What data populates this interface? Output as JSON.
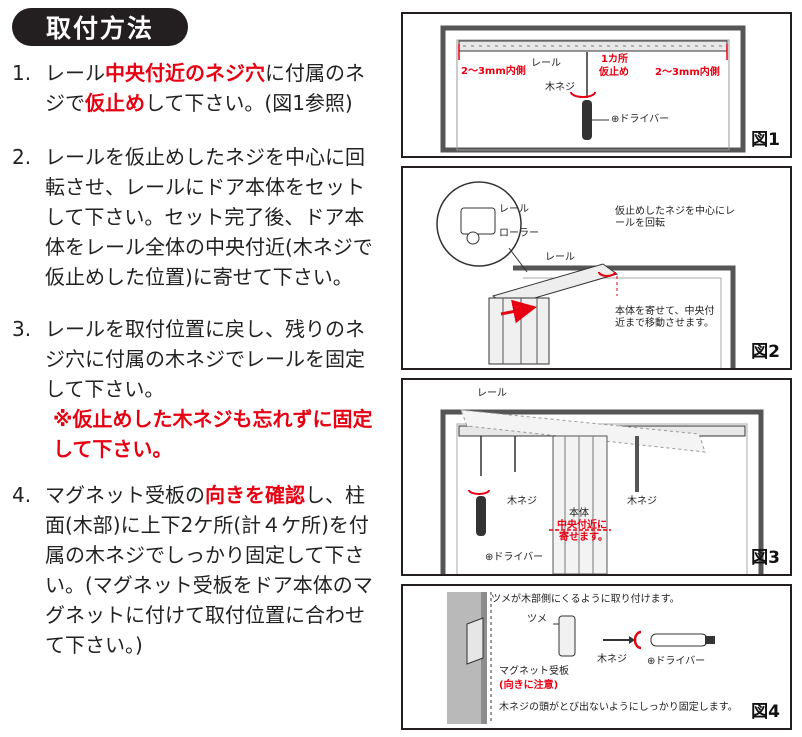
{
  "heading": "取付方法",
  "steps": [
    {
      "num": "1.",
      "t1": "レール",
      "r1": "中央付近のネジ穴",
      "t2": "に付属のネジで",
      "r2": "仮止め",
      "t3": "して下さい。(図1参照)"
    },
    {
      "num": "2.",
      "text": "レールを仮止めしたネジを中心に回転させ、レールにドア本体をセットして下さい。セット完了後、ドア本体をレール全体の中央付近(木ネジで仮止めした位置)に寄せて下さい。"
    },
    {
      "num": "3.",
      "text": "レールを取付位置に戻し、残りのネジ穴に付属の木ネジでレールを固定して下さい。",
      "note": "※仮止めした木ネジも忘れずに固定して下さい。"
    },
    {
      "num": "4.",
      "t1": "マグネット受板の",
      "r1": "向きを確認",
      "t2": "し、柱面(木部)に上下2ケ所(計４ケ所)を付属の木ネジでしっかり固定して下さい。(マグネット受板をドア本体のマグネットに付けて取付位置に合わせて下さい。)"
    }
  ],
  "fig1": {
    "label": "図1",
    "left_gap": "2〜3mm内側",
    "rail": "レール",
    "one_place": "1カ所",
    "temp": "仮止め",
    "right_gap": "2〜3mm内側",
    "screw": "木ネジ",
    "driver": "⊕ドライバー"
  },
  "fig2": {
    "label": "図2",
    "rail_zoom": "レール",
    "roller": "ローラー",
    "rotate": "仮止めしたネジを中心にレールを回転",
    "rail": "レール",
    "move": "本体を寄せて、中央付近まで移動させます。"
  },
  "fig3": {
    "label": "図3",
    "rail": "レール",
    "screw_left": "木ネジ",
    "screw_right": "木ネジ",
    "body": "本体",
    "center1": "中央付近に",
    "center2": "寄せます。",
    "driver": "⊕ドライバー"
  },
  "fig4": {
    "label": "図4",
    "top_r": "ツメが木部側にくる",
    "top_t": "ように取り付けます。",
    "tsume": "ツメ",
    "plate": "マグネット受板",
    "plate_note": "(向きに注意)",
    "screw": "木ネジ",
    "driver": "⊕ドライバー",
    "bottom_r": "木ネジの頭がとび出ない",
    "bottom_t": "ようにしっかり固定します。"
  },
  "colors": {
    "accent": "#e60012",
    "dark": "#231f20"
  }
}
